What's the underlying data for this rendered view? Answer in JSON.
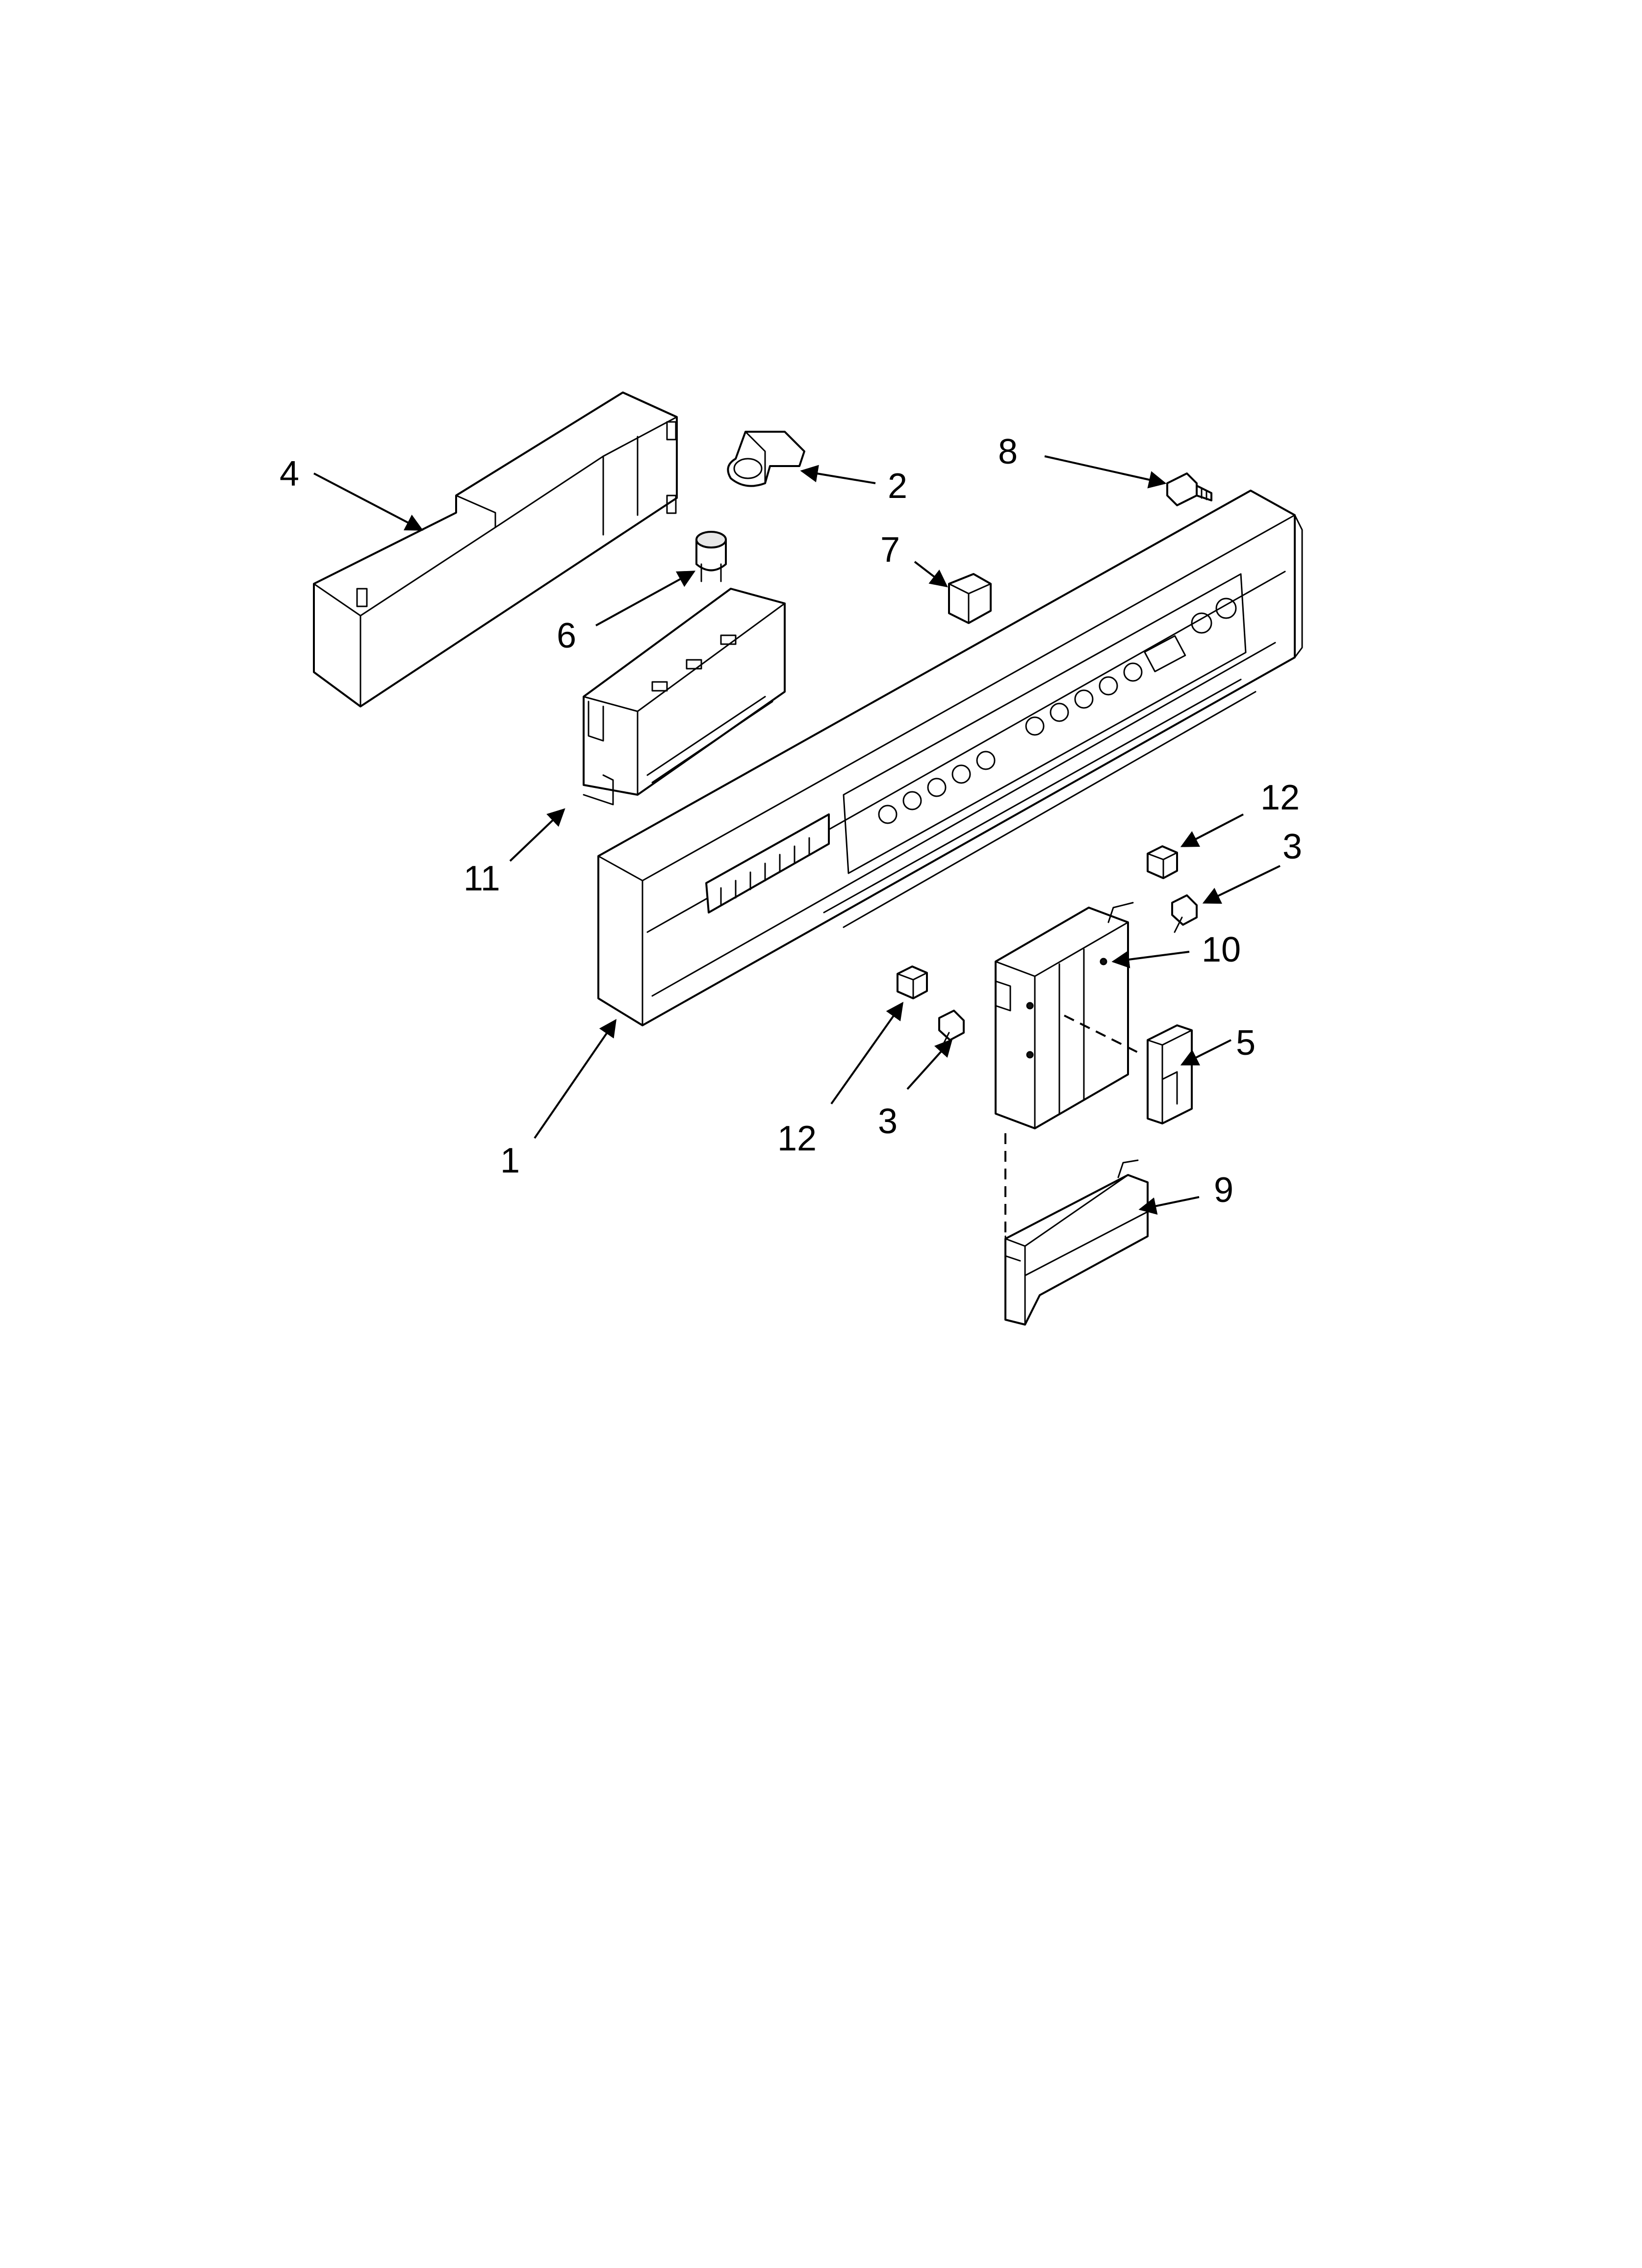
{
  "diagram": {
    "type": "exploded-parts-diagram",
    "callouts": [
      {
        "id": "c1",
        "label": "1"
      },
      {
        "id": "c2",
        "label": "2"
      },
      {
        "id": "c3a",
        "label": "3"
      },
      {
        "id": "c3b",
        "label": "3"
      },
      {
        "id": "c4",
        "label": "4"
      },
      {
        "id": "c5",
        "label": "5"
      },
      {
        "id": "c6",
        "label": "6"
      },
      {
        "id": "c7",
        "label": "7"
      },
      {
        "id": "c8",
        "label": "8"
      },
      {
        "id": "c9",
        "label": "9"
      },
      {
        "id": "c10",
        "label": "10"
      },
      {
        "id": "c11",
        "label": "11"
      },
      {
        "id": "c12a",
        "label": "12"
      },
      {
        "id": "c12b",
        "label": "12"
      }
    ]
  }
}
